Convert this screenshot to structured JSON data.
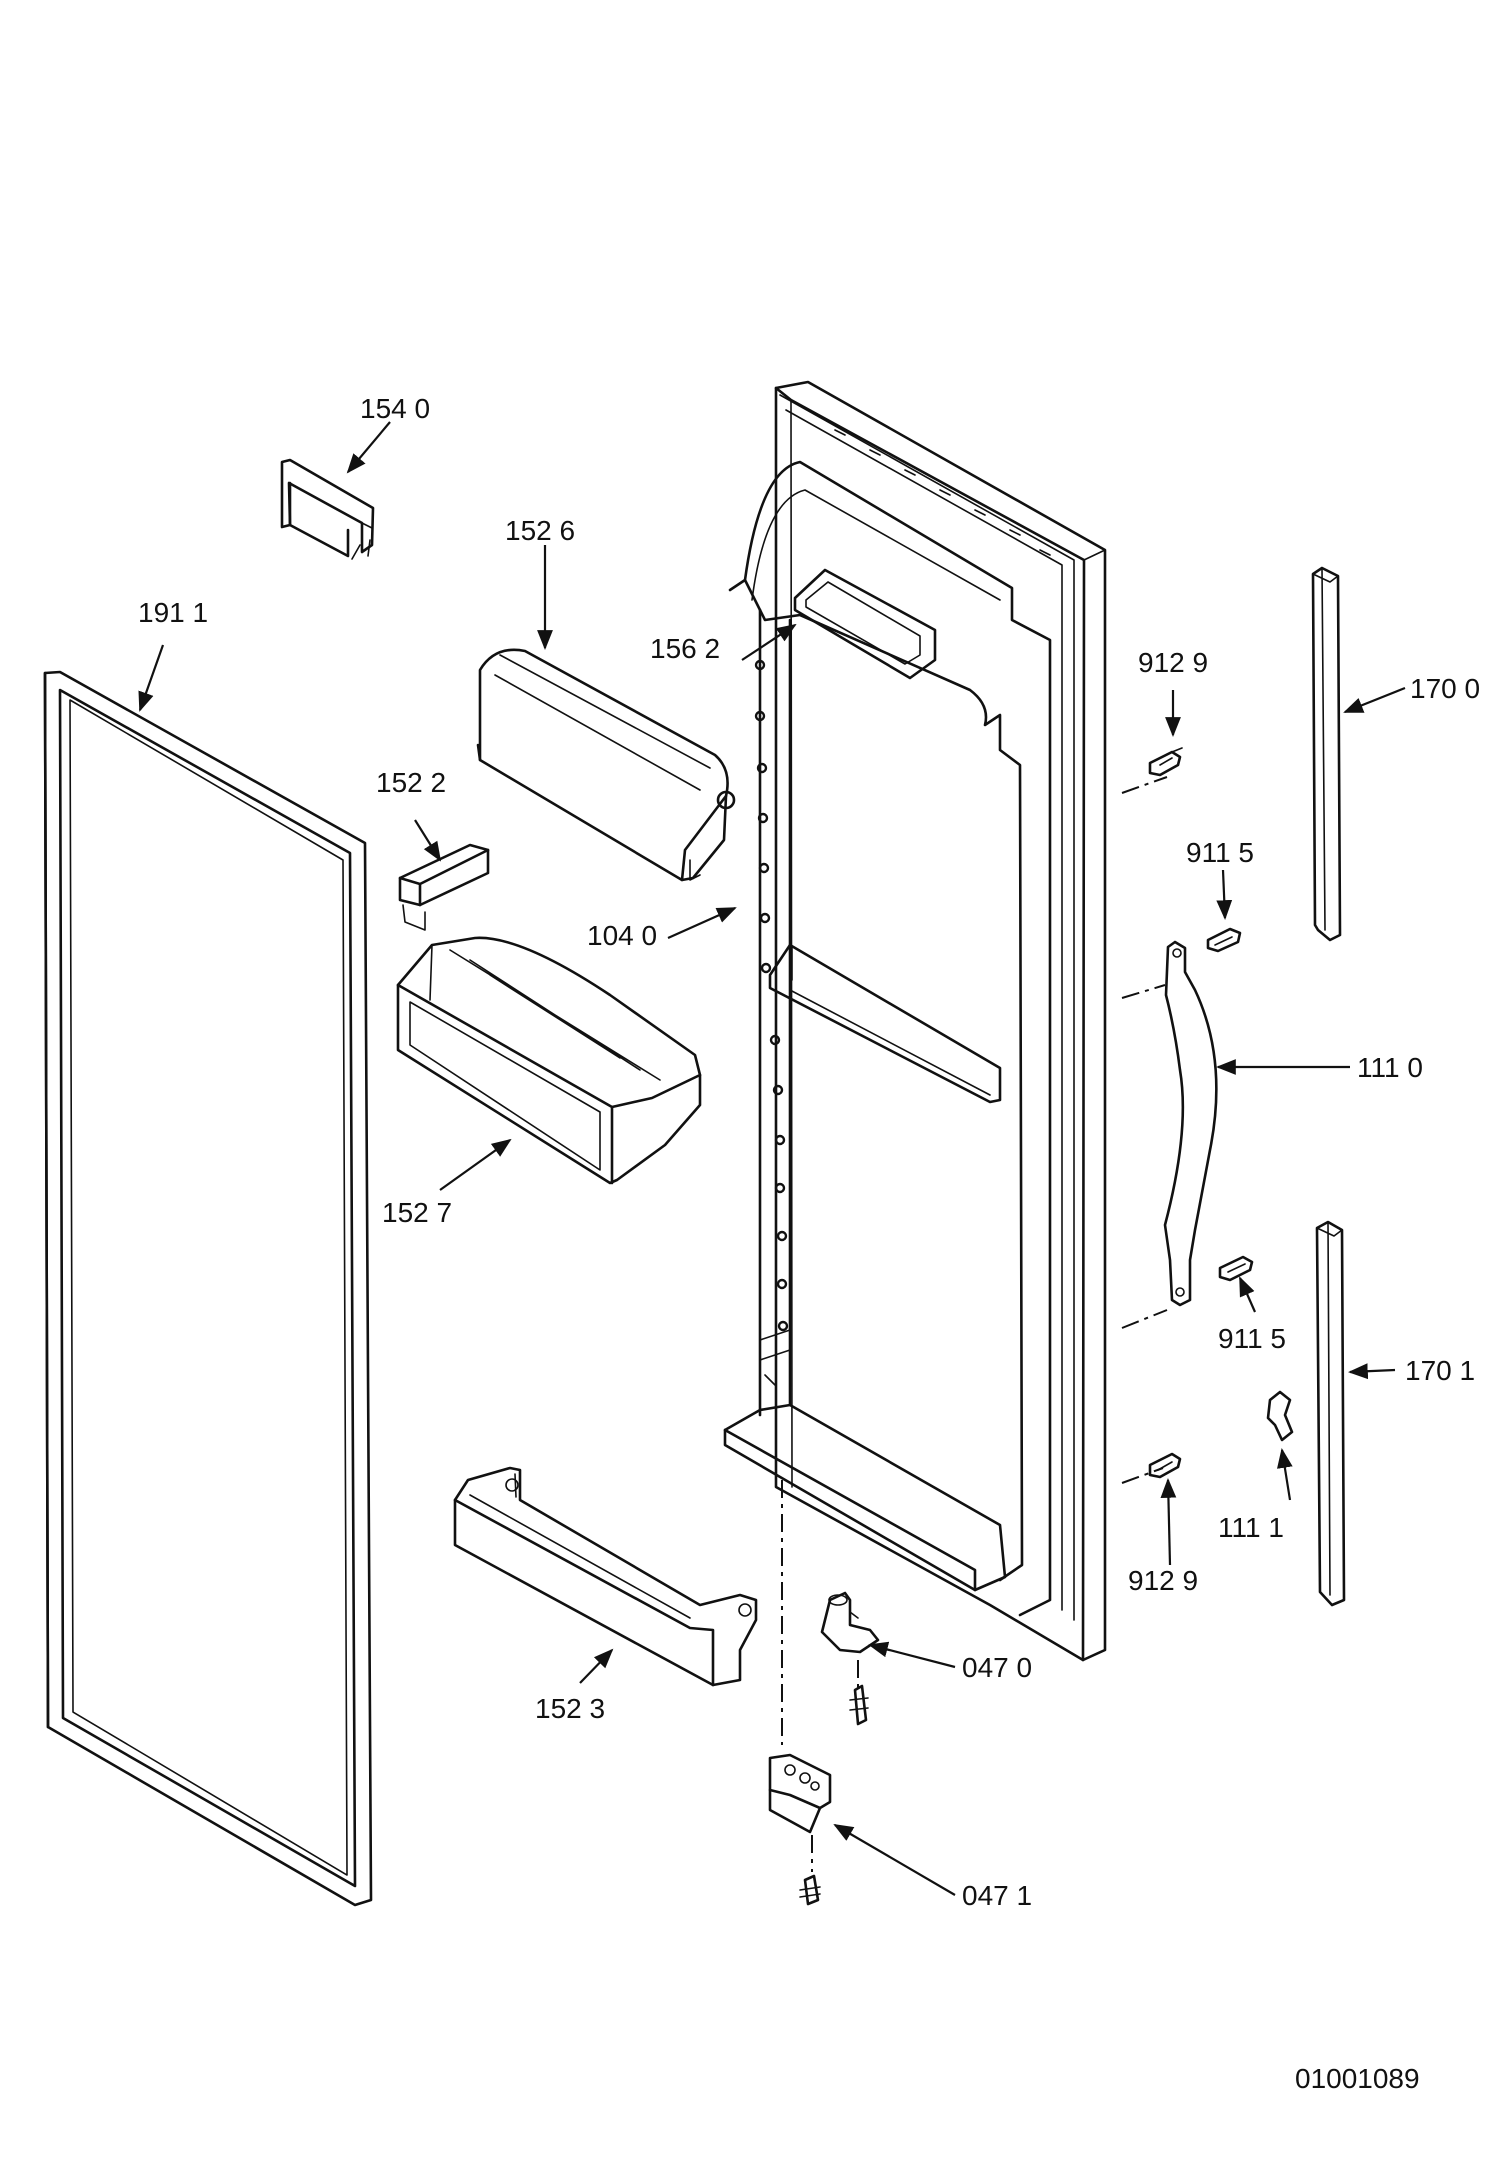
{
  "drawing_id": "01001089",
  "labels": {
    "p1540": "154 0",
    "p1526": "152 6",
    "p1911": "191 1",
    "p1562": "156 2",
    "p9129a": "912 9",
    "p1700": "170 0",
    "p1522": "152 2",
    "p9115a": "911 5",
    "p1040": "104 0",
    "p1110": "111 0",
    "p1527": "152 7",
    "p9115b": "911 5",
    "p1701": "170 1",
    "p1111": "111 1",
    "p9129b": "912 9",
    "p0470": "047 0",
    "p1523": "152 3",
    "p0471": "047 1"
  }
}
